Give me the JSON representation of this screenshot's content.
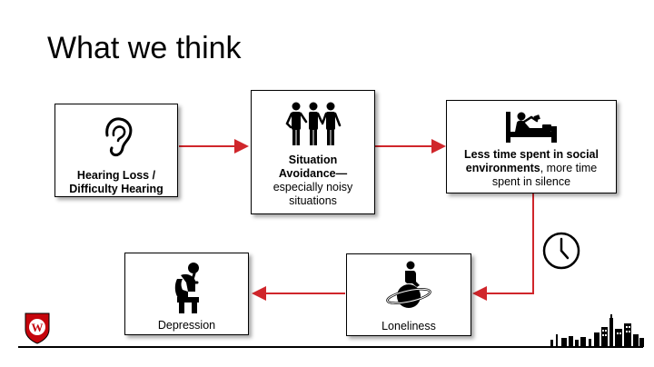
{
  "slide": {
    "title": "What we think"
  },
  "boxes": {
    "hearing": {
      "line1": "Hearing Loss /",
      "line2": "Difficulty Hearing"
    },
    "avoidance": {
      "line1": "Situation",
      "line2": "Avoidance—",
      "line3": "especially noisy",
      "line4": "situations"
    },
    "less_time": {
      "line1_bold": "Less time spent in social",
      "line2_bold": "environments",
      "line2_rest": ", more time",
      "line3": "spent in silence"
    },
    "loneliness": {
      "label": "Loneliness"
    },
    "depression": {
      "label": "Depression"
    }
  },
  "icons": {
    "hearing": "ear-icon",
    "avoidance": "group-of-people-icon",
    "less_time": "person-in-bed-icon",
    "loneliness": "person-on-planet-icon",
    "depression": "thinking-person-icon",
    "time": "clock-icon",
    "logo": "university-crest-icon",
    "skyline": "city-skyline-icon"
  },
  "colors": {
    "arrow": "#d0262b",
    "logo": "#c5050c"
  }
}
